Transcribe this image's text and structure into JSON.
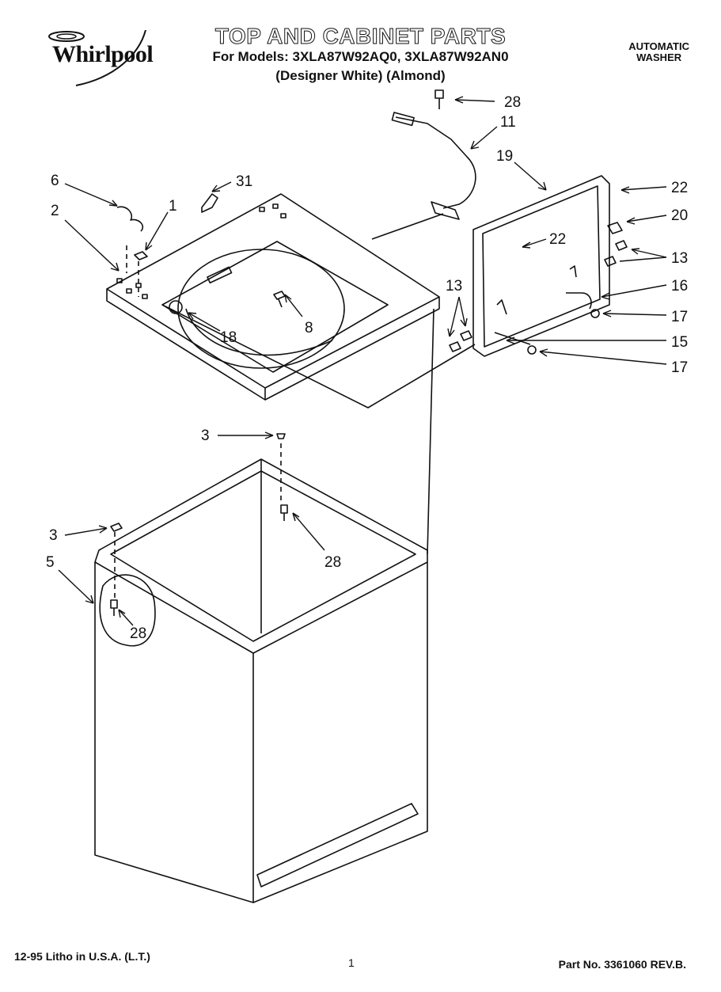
{
  "header": {
    "brand": "Whirlpool",
    "title": "TOP AND CABINET PARTS",
    "models_line": "For Models: 3XLA87W92AQ0, 3XLA87W92AN0",
    "colors_line": "(Designer White)   (Almond)",
    "product_type_line1": "AUTOMATIC",
    "product_type_line2": "WASHER"
  },
  "footer": {
    "litho": "12-95 Litho in U.S.A. (L.T.)",
    "page_number": "1",
    "part_number": "Part No. 3361060 REV.B."
  },
  "callouts": [
    "28",
    "11",
    "19",
    "22",
    "20",
    "13",
    "16",
    "17",
    "15",
    "17",
    "22",
    "13",
    "6",
    "31",
    "2",
    "1",
    "18",
    "8",
    "3",
    "28",
    "3",
    "5",
    "28"
  ]
}
